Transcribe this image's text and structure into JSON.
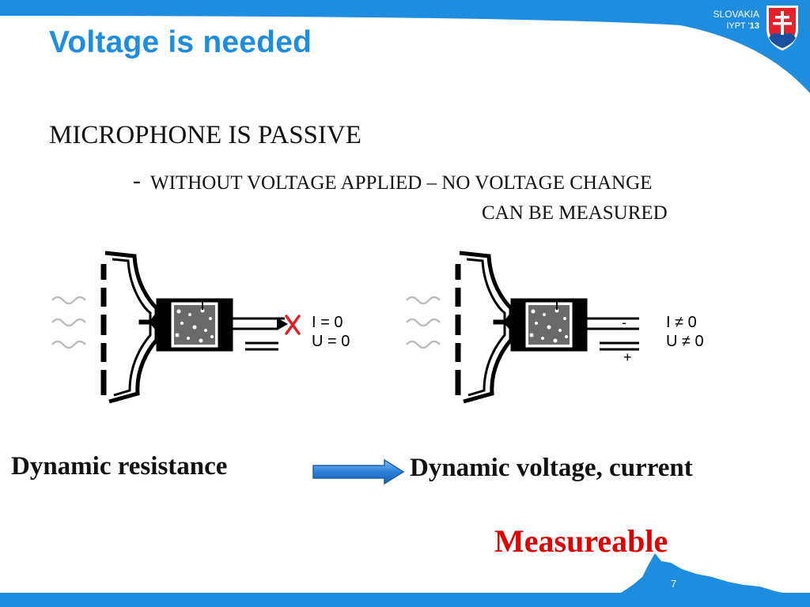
{
  "slide": {
    "title": "Voltage is needed",
    "brand": {
      "country": "SLOVAKIA",
      "event_prefix": "IYPT '",
      "event_year": "13"
    },
    "heading": "MICROPHONE IS PASSIVE",
    "bullet": {
      "dash": "-",
      "line1": "WITHOUT VOLTAGE APPLIED – NO VOLTAGE CHANGE",
      "line2": "CAN BE MEASURED"
    },
    "diagram_left": {
      "current": "I = 0",
      "voltage": "U = 0"
    },
    "diagram_right": {
      "current": "I ≠ 0",
      "voltage": "U ≠ 0",
      "minus": "-",
      "plus": "+"
    },
    "cause": "Dynamic resistance",
    "effect": "Dynamic voltage, current",
    "result": "Measureable",
    "page_number": "7"
  },
  "colors": {
    "accent": "#1e8de0",
    "result": "#e00000",
    "arrow": "#2a7fd8"
  }
}
